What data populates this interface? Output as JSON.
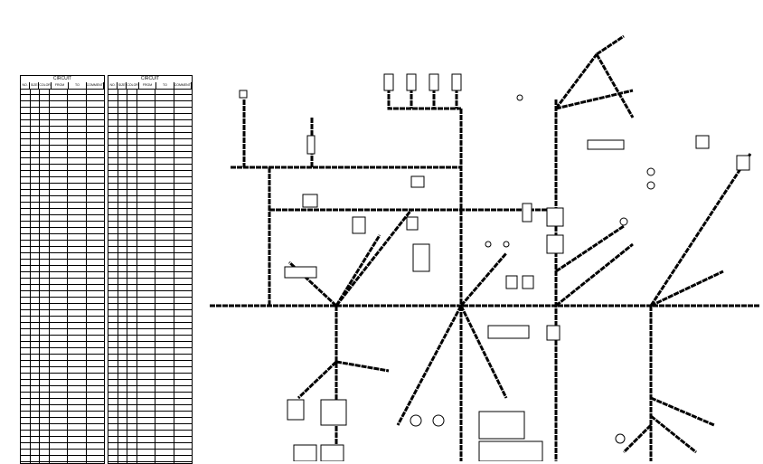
{
  "tables": [
    {
      "title": "CIRCUIT",
      "headers": [
        "NO.",
        "SIZE",
        "COLOR",
        "FROM",
        "TO",
        "COMMENT"
      ]
    },
    {
      "title": "CIRCUIT",
      "headers": [
        "NO.",
        "SIZE",
        "COLOR",
        "FROM",
        "TO",
        "COMMENT"
      ]
    }
  ],
  "colors": {
    "wire": "#000000",
    "background": "#ffffff"
  }
}
